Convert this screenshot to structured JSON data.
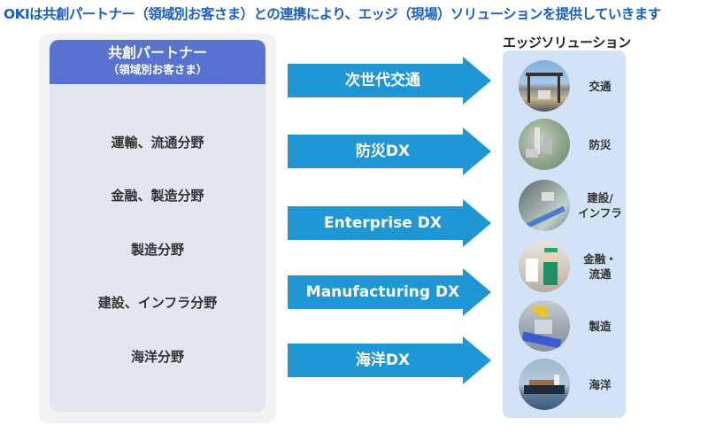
{
  "title": "OKIは共創パートナー（領域別お客さま）との連携により、エッジ（現場）ソリューションを提供していきます",
  "partners": {
    "heading_line1": "共創パートナー",
    "heading_line2": "（領域別お客さま）",
    "fields": [
      "運輸、流通分野",
      "金融、製造分野",
      "製造分野",
      "建設、インフラ分野",
      "海洋分野"
    ]
  },
  "arrows": [
    "次世代交通",
    "防災DX",
    "Enterprise DX",
    "Manufacturing DX",
    "海洋DX"
  ],
  "edge_solutions": {
    "heading": "エッジソリューション",
    "items": [
      {
        "label": "交通",
        "image": "traffic-gantry-photo"
      },
      {
        "label": "防災",
        "image": "city-aerial-photo"
      },
      {
        "label": "建設/\nインフラ",
        "image": "infrastructure-camera-photo"
      },
      {
        "label": "金融・\n流通",
        "image": "retail-worker-photo"
      },
      {
        "label": "製造",
        "image": "factory-robot-photo"
      },
      {
        "label": "海洋",
        "image": "cargo-ship-photo"
      }
    ]
  },
  "colors": {
    "title": "#1a5fc4",
    "partner_header": "#5873cf",
    "partner_panel": "#e3e6ee",
    "arrow": "#1f97d4",
    "edge_panel": "#d3e2f6"
  }
}
